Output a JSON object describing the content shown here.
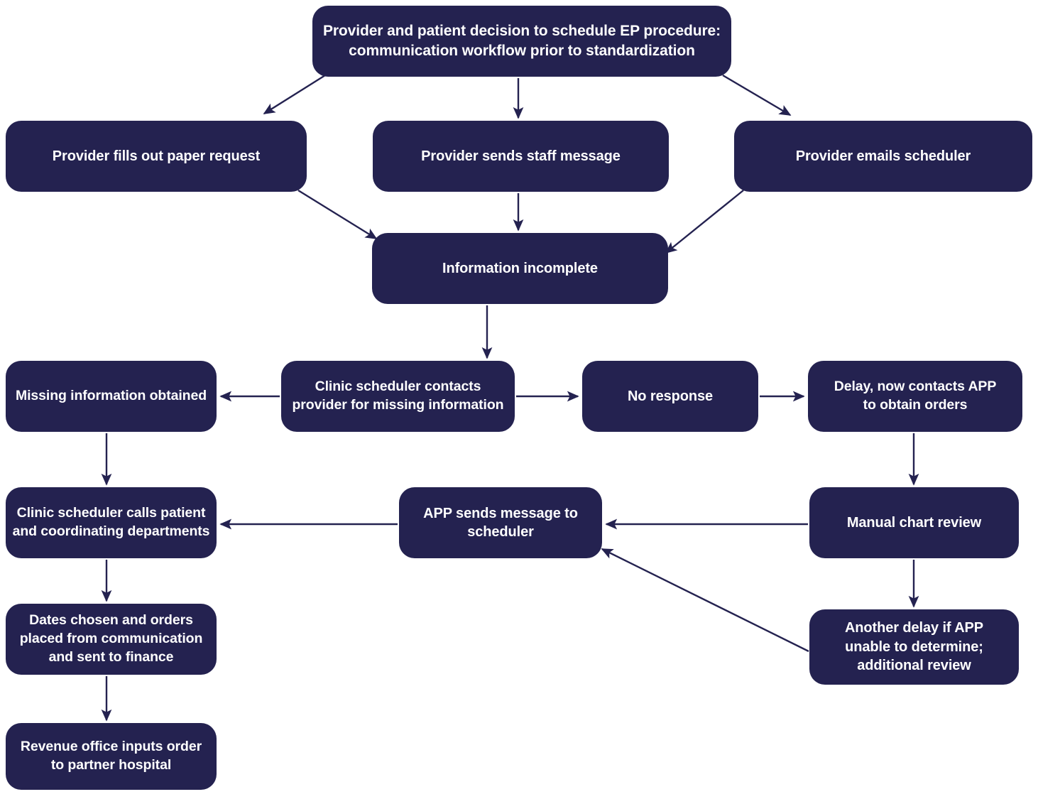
{
  "diagram": {
    "title": "Provider and patient decision to schedule EP procedure: communication workflow prior to standardization",
    "colors": {
      "node_fill": "#242250",
      "node_text": "#ffffff",
      "arrow": "#242250",
      "background": "#ffffff"
    },
    "nodes": {
      "root": "Provider and patient decision to schedule EP procedure:\ncommunication workflow prior to standardization",
      "paper_request": "Provider fills out paper request",
      "staff_message": "Provider sends staff message",
      "emails_scheduler": "Provider emails scheduler",
      "information_incomplete": "Information incomplete",
      "missing_obtained": "Missing information obtained",
      "scheduler_contacts_provider": "Clinic scheduler contacts\nprovider for missing information",
      "no_response": "No response",
      "delay_contacts_app": "Delay, now contacts APP\nto obtain  orders",
      "scheduler_calls_patient": "Clinic scheduler calls patient\nand coordinating departments",
      "app_sends_message": "APP sends message to\nscheduler",
      "manual_chart_review": "Manual chart review",
      "dates_chosen": "Dates chosen and orders\nplaced from communication\nand sent to finance",
      "another_delay": "Another delay if APP\nunable to determine;\nadditional review",
      "revenue_office": "Revenue office inputs order\nto partner hospital"
    },
    "edges": [
      {
        "from": "root",
        "to": "paper_request",
        "style": "diagonal"
      },
      {
        "from": "root",
        "to": "staff_message",
        "style": "vertical"
      },
      {
        "from": "root",
        "to": "emails_scheduler",
        "style": "diagonal"
      },
      {
        "from": "paper_request",
        "to": "information_incomplete",
        "style": "diagonal"
      },
      {
        "from": "staff_message",
        "to": "information_incomplete",
        "style": "vertical"
      },
      {
        "from": "emails_scheduler",
        "to": "information_incomplete",
        "style": "diagonal"
      },
      {
        "from": "information_incomplete",
        "to": "scheduler_contacts_provider",
        "style": "vertical"
      },
      {
        "from": "scheduler_contacts_provider",
        "to": "missing_obtained",
        "style": "horizontal-left"
      },
      {
        "from": "scheduler_contacts_provider",
        "to": "no_response",
        "style": "horizontal-right"
      },
      {
        "from": "no_response",
        "to": "delay_contacts_app",
        "style": "horizontal-right"
      },
      {
        "from": "missing_obtained",
        "to": "scheduler_calls_patient",
        "style": "vertical"
      },
      {
        "from": "delay_contacts_app",
        "to": "manual_chart_review",
        "style": "vertical"
      },
      {
        "from": "manual_chart_review",
        "to": "app_sends_message",
        "style": "horizontal-left"
      },
      {
        "from": "app_sends_message",
        "to": "scheduler_calls_patient",
        "style": "horizontal-left"
      },
      {
        "from": "manual_chart_review",
        "to": "another_delay",
        "style": "vertical"
      },
      {
        "from": "another_delay",
        "to": "app_sends_message",
        "style": "diagonal"
      },
      {
        "from": "scheduler_calls_patient",
        "to": "dates_chosen",
        "style": "vertical"
      },
      {
        "from": "dates_chosen",
        "to": "revenue_office",
        "style": "vertical"
      }
    ]
  }
}
